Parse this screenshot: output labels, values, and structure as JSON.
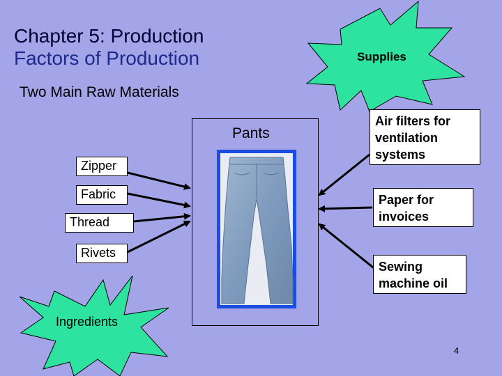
{
  "slide": {
    "title_line1": "Chapter 5: Production",
    "title_line2": "Factors of Production",
    "subtitle": "Two Main Raw Materials",
    "page_number": "4"
  },
  "center": {
    "label": "Pants"
  },
  "ingredients": {
    "star_label": "Ingredients",
    "items": [
      "Zipper",
      "Fabric",
      "Thread",
      "Rivets"
    ]
  },
  "supplies": {
    "star_label": "Supplies",
    "items": [
      "Air filters for ventilation systems",
      "Paper for invoices",
      "Sewing machine oil"
    ]
  },
  "colors": {
    "background": "#a3a5e8",
    "star_fill": "#2ee2a0",
    "photo_border": "#1a4de0",
    "title_line2": "#1d2a8c"
  }
}
